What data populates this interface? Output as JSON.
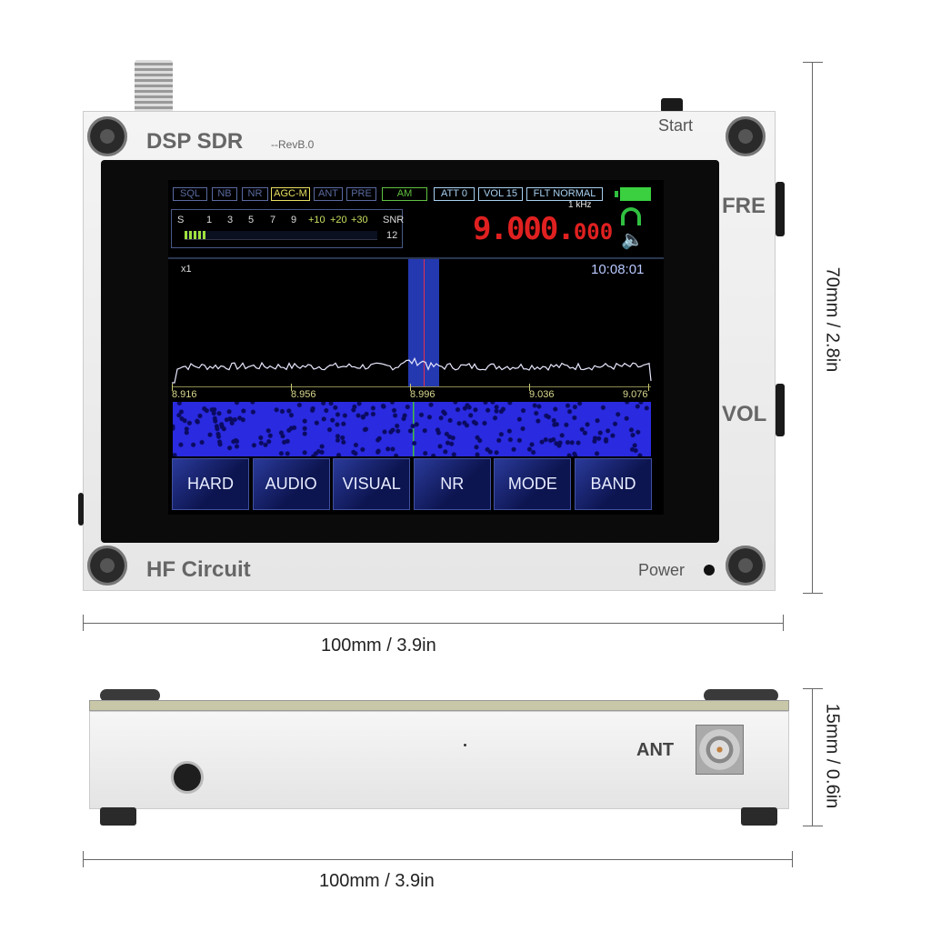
{
  "device": {
    "brand": "DSP SDR",
    "revision": "--RevB.0",
    "maker": "HF Circuit",
    "start_label": "Start",
    "power_label": "Power",
    "fre_label": "FRE",
    "vol_label": "VOL",
    "ant_label": "ANT"
  },
  "screen": {
    "status_buttons": [
      {
        "label": "SQL",
        "color": "#5a6aa0"
      },
      {
        "label": "NB",
        "color": "#5a6aa0"
      },
      {
        "label": "NR",
        "color": "#5a6aa0"
      },
      {
        "label": "AGC-M",
        "color": "#e8e060"
      },
      {
        "label": "ANT",
        "color": "#5a6aa0"
      },
      {
        "label": "PRE",
        "color": "#5a6aa0"
      },
      {
        "label": "AM",
        "color": "#60c040"
      },
      {
        "label": "ATT 0",
        "color": "#a8d0f0"
      },
      {
        "label": "VOL 15",
        "color": "#a8d0f0"
      },
      {
        "label": "FLT NORMAL",
        "color": "#a8d0f0"
      }
    ],
    "s_meter": {
      "scale": [
        "S",
        "1",
        "3",
        "5",
        "7",
        "9",
        "+10",
        "+20",
        "+30"
      ],
      "snr_label": "SNR",
      "snr_value": "12",
      "level_fraction": 0.12
    },
    "frequency_main": "9.000.",
    "frequency_fine": "000",
    "step": "1 kHz",
    "zoom": "x1",
    "time": "10:08:01",
    "axis_ticks": [
      "8.916",
      "8.956",
      "8.996",
      "9.036",
      "9.076"
    ],
    "function_buttons": [
      "HARD",
      "AUDIO",
      "VISUAL",
      "NR",
      "MODE",
      "BAND"
    ],
    "colors": {
      "freq": "#e02020",
      "accent_green": "#30c040",
      "waterfall": "#2a2ae0"
    }
  },
  "dimensions": {
    "height": "70mm / 2.8in",
    "width": "100mm / 3.9in",
    "depth": "15mm / 0.6in",
    "side_width": "100mm / 3.9in"
  }
}
